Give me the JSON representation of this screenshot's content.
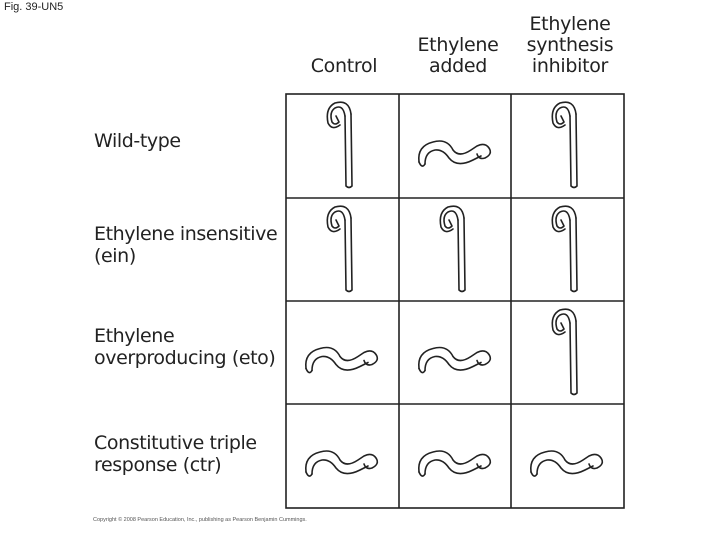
{
  "figure_label": "Fig. 39-UN5",
  "columns": [
    {
      "lines": [
        "Control"
      ]
    },
    {
      "lines": [
        "Ethylene",
        "added"
      ]
    },
    {
      "lines": [
        "Ethylene",
        "synthesis",
        "inhibitor"
      ]
    }
  ],
  "rows": [
    {
      "lines": [
        "Wild-type"
      ],
      "cells": [
        "straight",
        "hooked",
        "straight"
      ]
    },
    {
      "lines": [
        "Ethylene insensitive",
        "(ein)"
      ],
      "cells": [
        "straight",
        "straight",
        "straight"
      ]
    },
    {
      "lines": [
        "Ethylene",
        "overproducing (eto)"
      ],
      "cells": [
        "hooked",
        "hooked",
        "straight"
      ]
    },
    {
      "lines": [
        "Constitutive triple",
        "response (ctr)"
      ],
      "cells": [
        "hooked",
        "hooked",
        "hooked"
      ]
    }
  ],
  "copyright": "Copyright © 2008 Pearson Education, Inc., publishing as Pearson Benjamin Cummings."
}
